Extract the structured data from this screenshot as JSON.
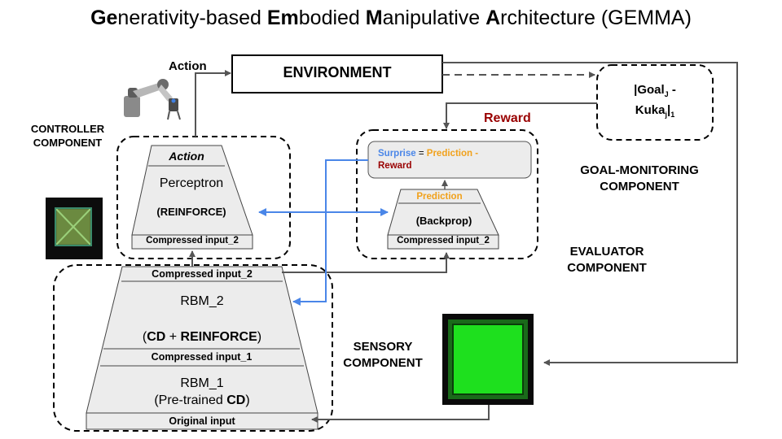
{
  "title": {
    "parts": [
      {
        "text": "Ge",
        "bold": true
      },
      {
        "text": "nerativity-based ",
        "bold": false
      },
      {
        "text": "Em",
        "bold": true
      },
      {
        "text": "bodied ",
        "bold": false
      },
      {
        "text": "M",
        "bold": true
      },
      {
        "text": "anipulative ",
        "bold": false
      },
      {
        "text": "A",
        "bold": true
      },
      {
        "text": "rchitecture (GEMMA)",
        "bold": false
      }
    ]
  },
  "environment": {
    "label": "ENVIRONMENT"
  },
  "action_arrow_label": "Action",
  "reward_label": "Reward",
  "goal_box": {
    "line1_a": "|Goal",
    "line1_sub": "J",
    "line1_b": " -",
    "line2_a": "Kuka",
    "line2_sub": "j",
    "line2_b": "|",
    "line2_sub2": "1"
  },
  "components": {
    "controller": [
      "CONTROLLER",
      "COMPONENT"
    ],
    "goal_monitoring": [
      "GOAL-MONITORING",
      "COMPONENT"
    ],
    "evaluator": [
      "EVALUATOR",
      "COMPONENT"
    ],
    "sensory": [
      "SENSORY",
      "COMPONENT"
    ]
  },
  "controller_block": {
    "top": "Action",
    "name": "Perceptron",
    "method": "(REINFORCE)",
    "bottom": "Compressed input_2"
  },
  "evaluator_block": {
    "surprise": "Surprise",
    "eq": " = ",
    "prediction_word": "Prediction -",
    "reward_word": "Reward",
    "top": "Prediction",
    "method": "(Backprop)",
    "bottom": "Compressed input_2"
  },
  "sensory_block": {
    "top": "Compressed input_2",
    "rbm2": "RBM_2",
    "rbm2_method_open": "(",
    "rbm2_cd": "CD",
    "rbm2_plus": " + ",
    "rbm2_reinforce": "REINFORCE",
    "rbm2_close": ")",
    "mid": "Compressed input_1",
    "rbm1": "RBM_1",
    "rbm1_method_a": "(Pre-trained ",
    "rbm1_method_cd": "CD",
    "rbm1_method_b": ")",
    "bottom": "Original input"
  },
  "colors": {
    "blue": "#4a86e8",
    "orange": "#f1a11b",
    "darkred": "#990000",
    "trap_fill": "#ececec",
    "green": "#1ee01e"
  }
}
